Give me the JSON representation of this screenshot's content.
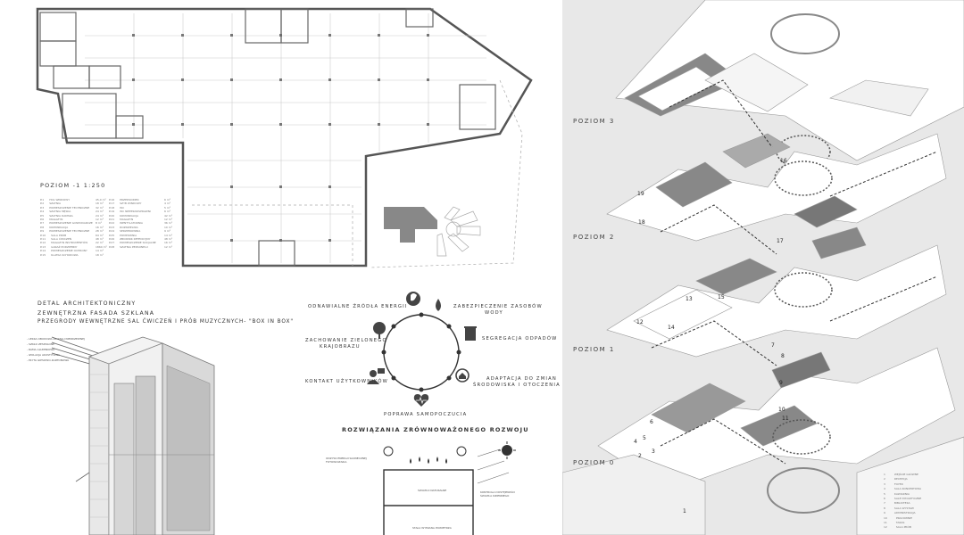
{
  "plan": {
    "title": "POZIOM -1  1:250",
    "legend": [
      {
        "code": "P.1",
        "name": "HOL WINDOWY",
        "area": "45,0 m²"
      },
      {
        "code": "P.2",
        "name": "SZATNIA",
        "area": "18 m²"
      },
      {
        "code": "P.3",
        "name": "POMIESZCZENIE TECHNICZNE",
        "area": "32 m²"
      },
      {
        "code": "P.4",
        "name": "SZATNIA MĘSKA",
        "area": "24 m²"
      },
      {
        "code": "P.5",
        "name": "SZATNIA DAMSKA",
        "area": "24 m²"
      },
      {
        "code": "P.6",
        "name": "MAGAZYN",
        "area": "12 m²"
      },
      {
        "code": "P.7",
        "name": "POMIESZCZENIE GOSPODARCZE",
        "area": "8 m²"
      },
      {
        "code": "P.8",
        "name": "KOMUNIKACJA",
        "area": "16 m²"
      },
      {
        "code": "P.9",
        "name": "POMIESZCZENIE TECHNICZNE",
        "area": "28 m²"
      },
      {
        "code": "P.10",
        "name": "SALA PRÓB",
        "area": "64 m²"
      },
      {
        "code": "P.11",
        "name": "SALA ĆWICZEŃ",
        "area": "48 m²"
      },
      {
        "code": "P.12",
        "name": "MAGAZYN INSTRUMENTÓW",
        "area": "22 m²"
      },
      {
        "code": "P.13",
        "name": "GARAŻ PODZIEMNY",
        "area": "1860 m²"
      },
      {
        "code": "P.14",
        "name": "POMIESZCZENIE OCHRONY",
        "area": "14 m²"
      },
      {
        "code": "P.15",
        "name": "KLATKA SCHODOWA",
        "area": "18 m²"
      }
    ],
    "legend2": [
      {
        "code": "P.16",
        "name": "PRZEDSIONEK",
        "area": "6 m²"
      },
      {
        "code": "P.17",
        "name": "SZYB WINDOWY",
        "area": "4 m²"
      },
      {
        "code": "P.18",
        "name": "WC",
        "area": "5 m²"
      },
      {
        "code": "P.19",
        "name": "WC NIEPEŁNOSPRAWNI",
        "area": "6 m²"
      },
      {
        "code": "P.20",
        "name": "KOMUNIKACJA",
        "area": "42 m²"
      },
      {
        "code": "P.21",
        "name": "MAGAZYN",
        "area": "12 m²"
      },
      {
        "code": "P.22",
        "name": "WENTYLATORNIA",
        "area": "36 m²"
      },
      {
        "code": "P.23",
        "name": "ROZDZIELNIA",
        "area": "10 m²"
      },
      {
        "code": "P.24",
        "name": "SERWEROWNIA",
        "area": "9 m²"
      },
      {
        "code": "P.25",
        "name": "POMPOWNIA",
        "area": "14 m²"
      },
      {
        "code": "P.26",
        "name": "ZBIORNIK RETENCYJNY",
        "area": "48 m²"
      },
      {
        "code": "P.27",
        "name": "POMIESZCZENIE SOCJALNE",
        "area": "16 m²"
      },
      {
        "code": "P.28",
        "name": "SZATNIA PERSONELU",
        "area": "12 m²"
      }
    ]
  },
  "detail": {
    "title": "DETAL ARCHITEKTONICZNY",
    "subtitle1": "ZEWNĘTRZNA FASADA SZKLANA",
    "subtitle2": "PRZEGRODY WEWNĘTRZNE SAL ĆWICZEŃ I PRÓB MUZYCZNYCH- \"BOX IN BOX\"",
    "notes": [
      "- LEKKA OBUDOWA ZE STALI NIERDZEWNEJ",
      "- SZKŁO ZESPOLONE",
      "- RAMA ALUMINIOWA",
      "- IZOLACJA AKUSTYCZNA",
      "- PŁYTA GIPSOWO-KARTONOWA"
    ]
  },
  "sustain": {
    "title": "ROZWIĄZANIA ZRÓWNOWAŻONEGO ROZWOJU",
    "items": {
      "energy": "ODNAWIALNE ŹRÓDŁA ENERGII",
      "water1": "ZABEZPIECZENIE ZASOBÓW",
      "water2": "WODY",
      "green1": "ZACHOWANIE ZIELONEGO",
      "green2": "KRAJOBRAZU",
      "waste": "SEGREGACJA ODPADÓW",
      "users": "KONTAKT UŻYTKOWNIKÓW",
      "adapt1": "ADAPTACJA DO ZMIAN",
      "adapt2": "ŚRODOWISKA I OTOCZENIA",
      "wellbeing": "POPRAWA SAMOPOCZUCIA"
    },
    "section_notes": {
      "solar": "ODZYSK ENERGII SŁONECZNEJ FOTOWOLTAIKA",
      "light": "ŚWIATŁO NATURALNE",
      "air": "STAŁA WYMIANA POWIETRZA",
      "control": "KONTROLA DOSTĘPNOŚCI ŚWIATŁA DZIENNEGO"
    }
  },
  "axo": {
    "levels": [
      "POZIOM 3",
      "POZIOM 2",
      "POZIOM 1",
      "POZIOM 0"
    ],
    "numbers": [
      "19",
      "18",
      "17",
      "16",
      "15",
      "14",
      "13",
      "12",
      "11",
      "10",
      "9",
      "8",
      "7",
      "6",
      "5",
      "4",
      "3",
      "2",
      "1"
    ],
    "legend": [
      {
        "n": "1",
        "t": "WEJŚCIE GŁÓWNE"
      },
      {
        "n": "2",
        "t": "RECEPCJA"
      },
      {
        "n": "3",
        "t": "FOYER"
      },
      {
        "n": "4",
        "t": "SALA KONCERTOWA"
      },
      {
        "n": "5",
        "t": "KAWIARNIA"
      },
      {
        "n": "6",
        "t": "SALE DYDAKTYCZNE"
      },
      {
        "n": "7",
        "t": "BIBLIOTEKA"
      },
      {
        "n": "8",
        "t": "SALA WYSTAW"
      },
      {
        "n": "9",
        "t": "ADMINISTRACJA"
      },
      {
        "n": "10",
        "t": "PRACOWNIE"
      },
      {
        "n": "11",
        "t": "TARAS"
      },
      {
        "n": "12",
        "t": "SALA PRÓB"
      }
    ]
  }
}
